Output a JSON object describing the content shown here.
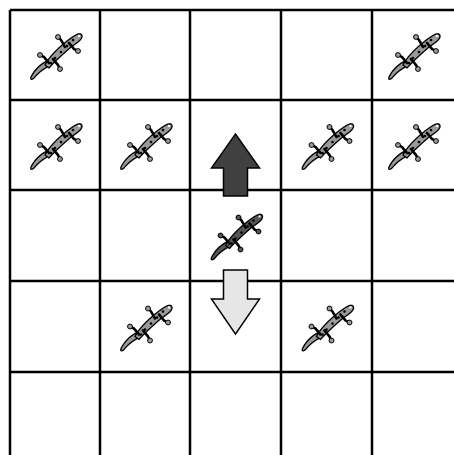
{
  "grid": {
    "rows": 5,
    "cols": 5,
    "line_color": "#000000",
    "cell_fill": "#ffffff"
  },
  "lizard": {
    "icon": "lizard-icon",
    "body_color": "#808080",
    "outline_color": "#000000"
  },
  "lizards": [
    {
      "row": 0,
      "col": 0,
      "tone": "light"
    },
    {
      "row": 0,
      "col": 4,
      "tone": "light"
    },
    {
      "row": 1,
      "col": 0,
      "tone": "light"
    },
    {
      "row": 1,
      "col": 1,
      "tone": "light"
    },
    {
      "row": 1,
      "col": 3,
      "tone": "light"
    },
    {
      "row": 1,
      "col": 4,
      "tone": "light"
    },
    {
      "row": 2,
      "col": 2,
      "tone": "dark"
    },
    {
      "row": 3,
      "col": 1,
      "tone": "light"
    },
    {
      "row": 3,
      "col": 3,
      "tone": "light"
    }
  ],
  "arrows": [
    {
      "name": "up-arrow",
      "icon": "arrow-up-icon",
      "direction": "up",
      "row": 1,
      "col": 2,
      "color": "#404040"
    },
    {
      "name": "down-arrow",
      "icon": "arrow-down-icon",
      "direction": "down",
      "row": 3,
      "col": 2,
      "color": "#e6e6e6"
    }
  ],
  "tones": {
    "light": "#9a9a9a",
    "dark": "#555555"
  }
}
